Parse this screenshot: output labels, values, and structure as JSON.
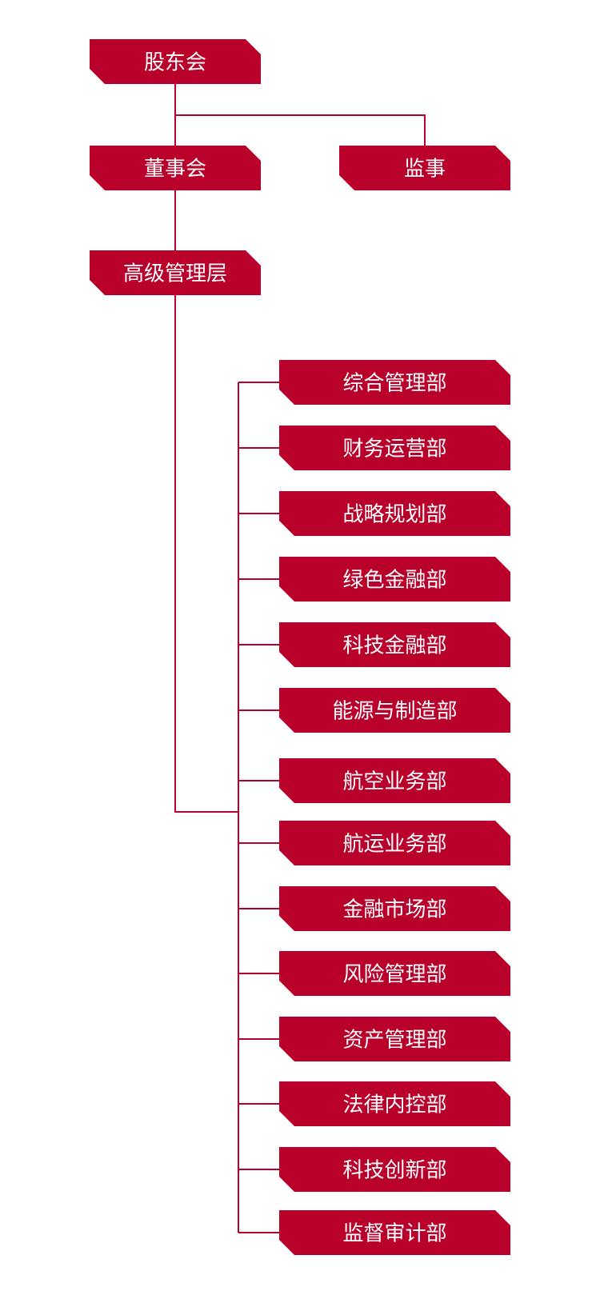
{
  "theme": {
    "box_color": "#b8002a",
    "line_color": "#b8002a",
    "text_color": "#ffffff",
    "background": "#ffffff"
  },
  "top_nodes": {
    "shareholders": "股东会",
    "board": "董事会",
    "supervisor": "监事",
    "management": "高级管理层"
  },
  "departments": [
    "综合管理部",
    "财务运营部",
    "战略规划部",
    "绿色金融部",
    "科技金融部",
    "能源与制造部",
    "航空业务部",
    "航运业务部",
    "金融市场部",
    "风险管理部",
    "资产管理部",
    "法律内控部",
    "科技创新部",
    "监督审计部"
  ]
}
